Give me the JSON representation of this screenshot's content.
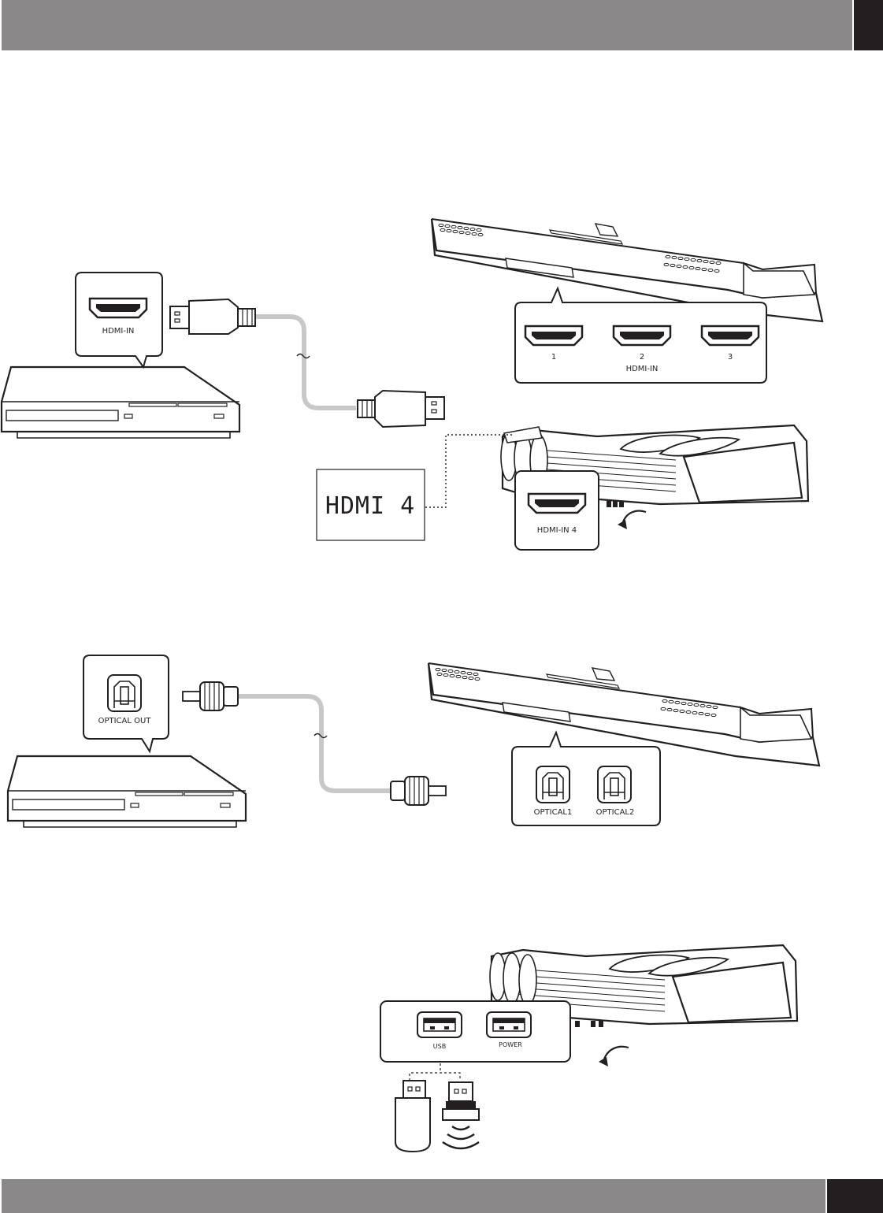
{
  "labels": {
    "hdmi_in": "HDMI-IN",
    "port_1": "1",
    "port_2": "2",
    "port_3": "3",
    "hdmi_in_group": "HDMI-IN",
    "hdmi_display": "HDMI 4",
    "hdmi_in_4": "HDMI-IN 4",
    "optical_out": "OPTICAL OUT",
    "optical1": "OPTICAL1",
    "optical2": "OPTICAL2",
    "usb": "USB",
    "power": "POWER"
  },
  "colors": {
    "header_bar": "#8a8888",
    "header_tab": "#231f20",
    "cable": "#c8c8c8",
    "line": "#231f20"
  },
  "icons": [
    "hdmi-port-icon",
    "optical-port-icon",
    "usb-port-icon",
    "usb-stick-icon",
    "wireless-dongle-icon"
  ]
}
